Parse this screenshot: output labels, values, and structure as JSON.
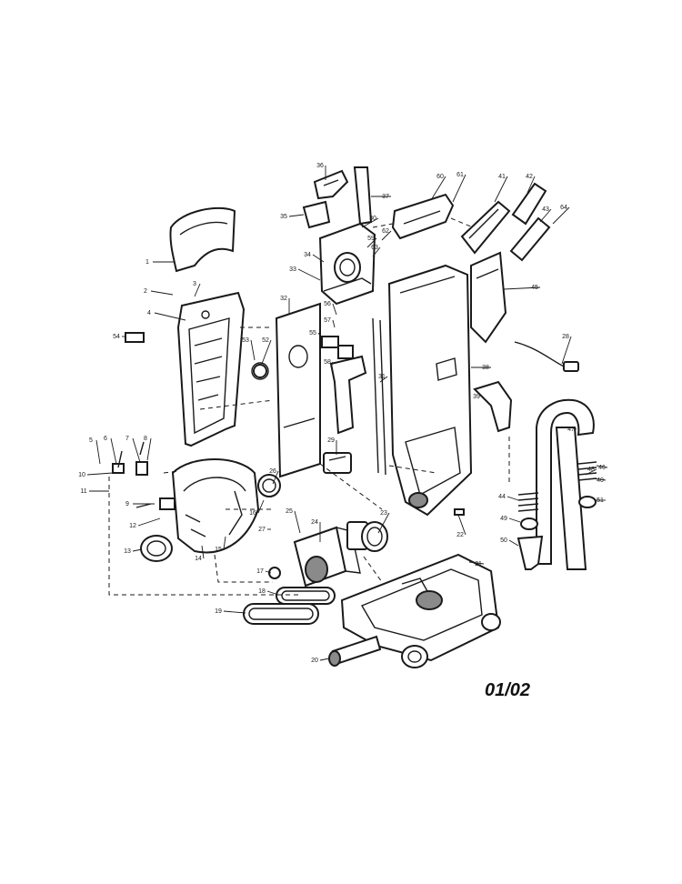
{
  "diagram": {
    "page_code": "01/02",
    "part_labels": [
      "1",
      "2",
      "3",
      "4",
      "5",
      "6",
      "7",
      "8",
      "9",
      "10",
      "11",
      "12",
      "13",
      "14",
      "15",
      "16",
      "17",
      "18",
      "19",
      "20",
      "21",
      "22",
      "23",
      "24",
      "25",
      "26",
      "27",
      "28",
      "29",
      "30",
      "31",
      "32",
      "33",
      "34",
      "35",
      "36",
      "37",
      "38",
      "39",
      "40",
      "41",
      "42",
      "43",
      "44",
      "45",
      "46",
      "47",
      "48",
      "49",
      "50",
      "51",
      "52",
      "53",
      "54",
      "55",
      "56",
      "57",
      "58",
      "59",
      "60",
      "61",
      "62",
      "63",
      "64"
    ]
  }
}
